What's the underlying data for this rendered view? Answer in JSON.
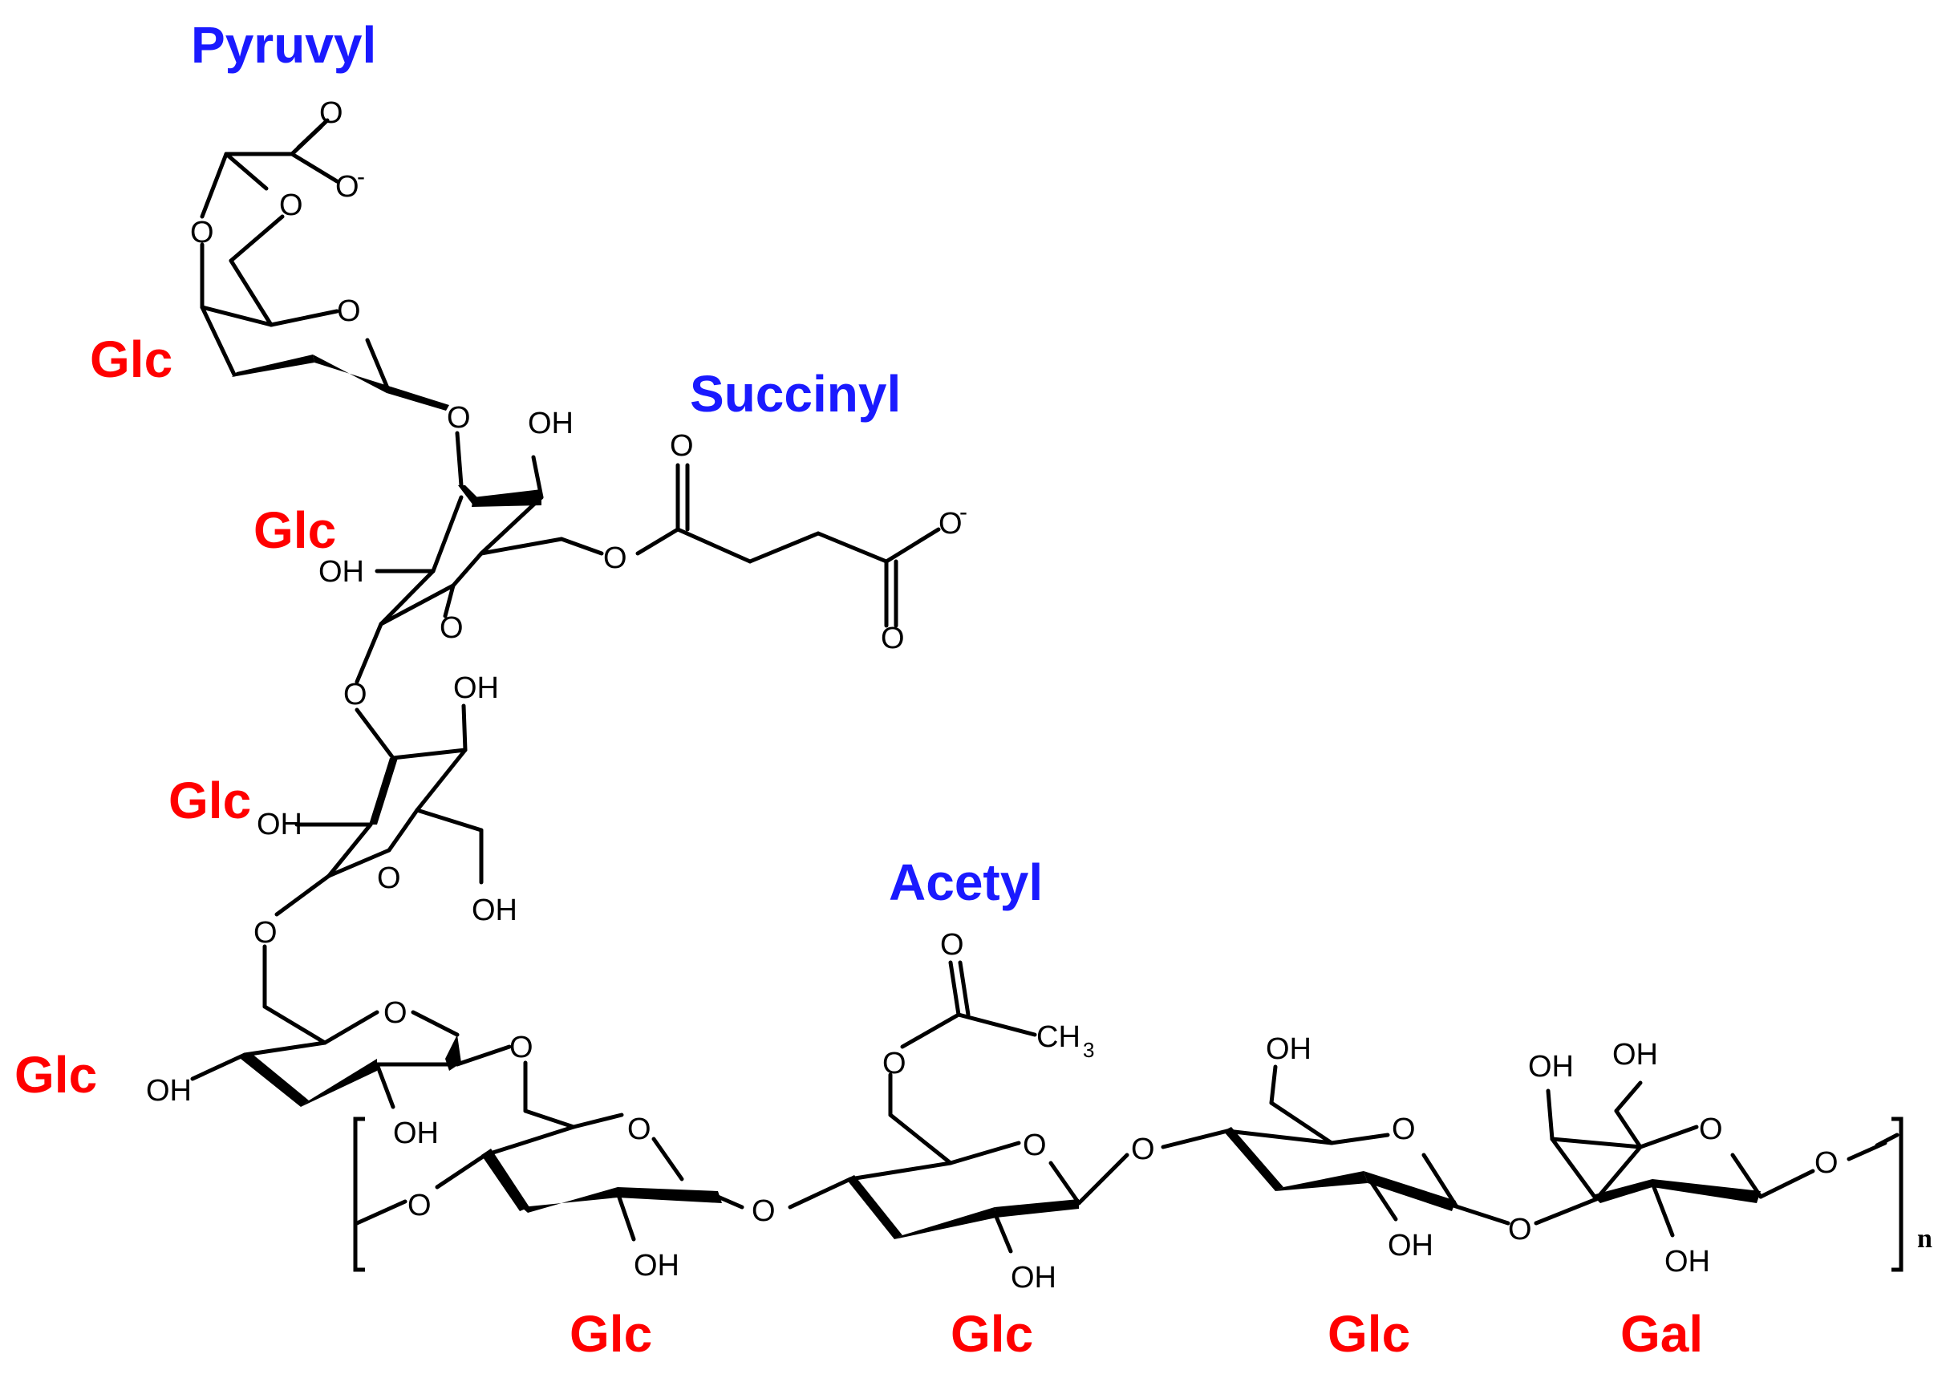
{
  "substituents": {
    "pyruvyl": "Pyruvyl",
    "succinyl": "Succinyl",
    "acetyl": "Acetyl"
  },
  "sugars": {
    "glc_top": "Glc",
    "glc_second": "Glc",
    "glc_third": "Glc",
    "glc_branch_point": "Glc",
    "glc_backbone_1": "Glc",
    "glc_backbone_2": "Glc",
    "glc_backbone_3": "Glc",
    "gal_backbone_4": "Gal"
  },
  "atoms": {
    "oxygen": "O",
    "hydroxyl": "OH",
    "carboxylate_oxygen": "O",
    "charge": "-",
    "methyl": "CH",
    "methyl_subscript": "3"
  },
  "repeat_unit_label": "n",
  "colors": {
    "sugar_label": "#ff0000",
    "substituent_label": "#1a1aff",
    "structure": "#000000"
  }
}
